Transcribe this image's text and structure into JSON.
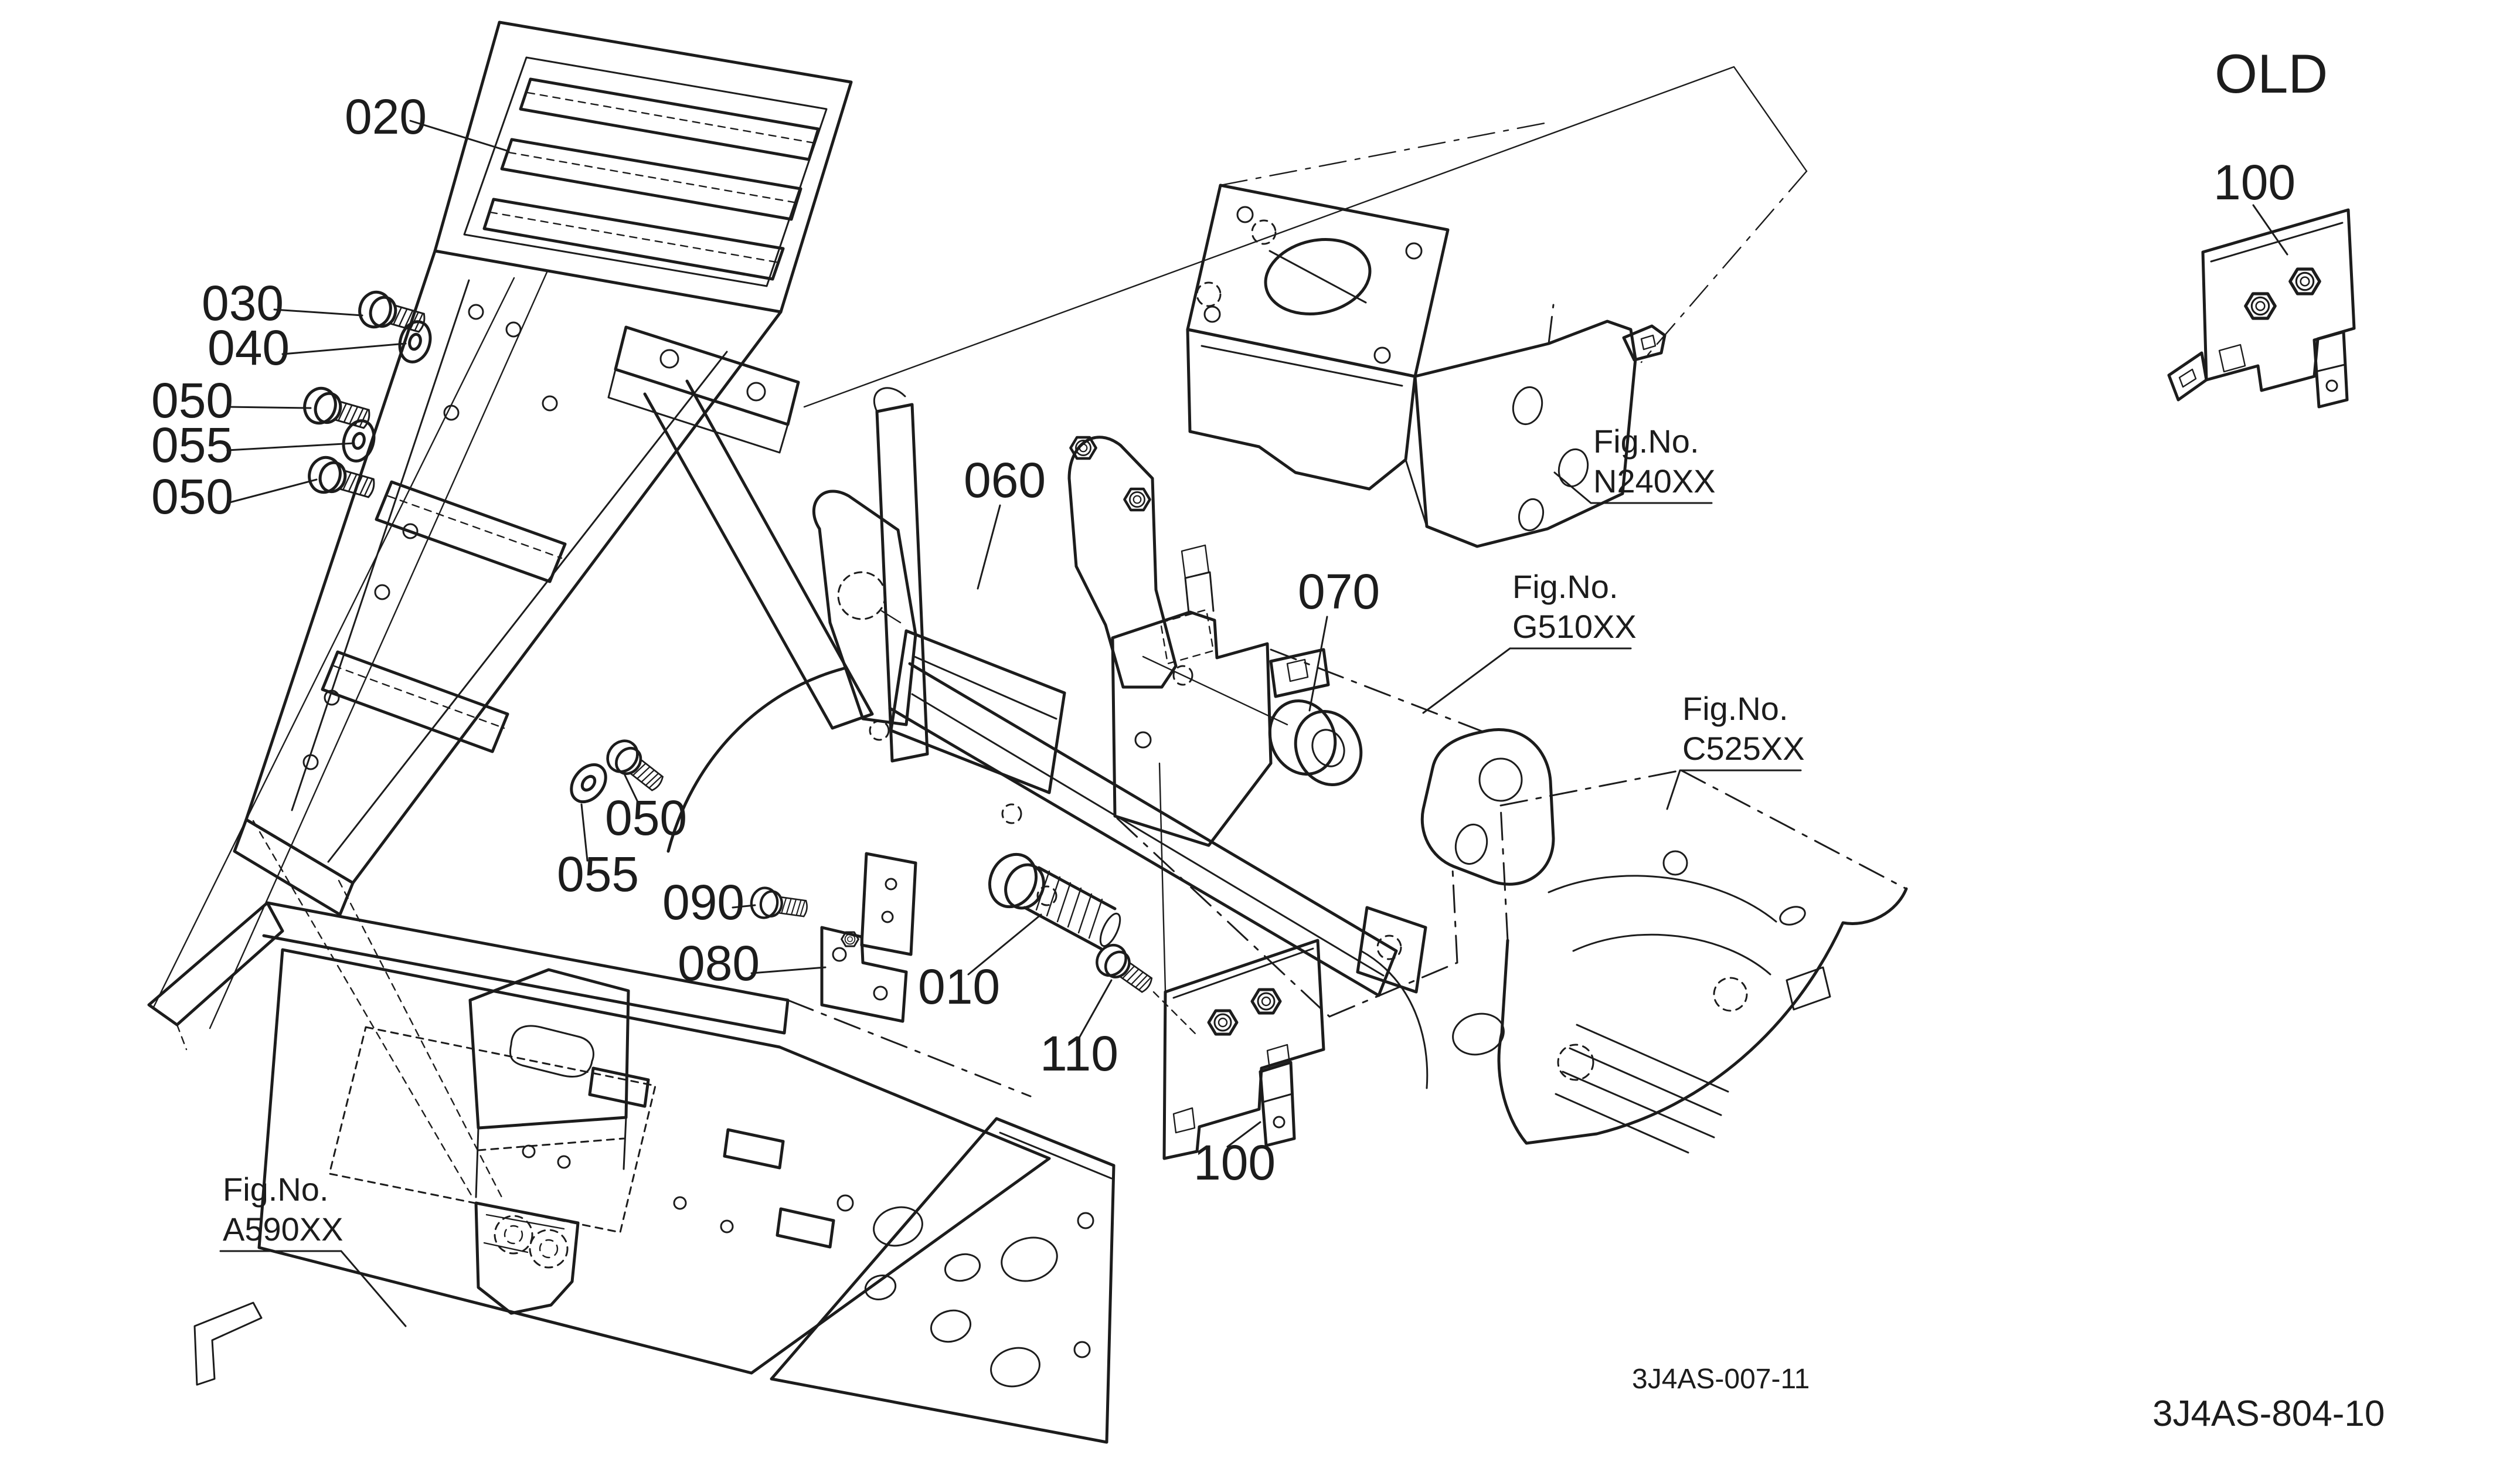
{
  "page": {
    "background": "#ffffff",
    "line_color": "#1c1c1c"
  },
  "labels": {
    "p010": "010",
    "p020": "020",
    "p030": "030",
    "p040": "040",
    "p050_left_upper": "050",
    "p055_left": "055",
    "p050_left_lower": "050",
    "p050_mid": "050",
    "p055_mid": "055",
    "p060": "060",
    "p070": "070",
    "p080": "080",
    "p090": "090",
    "p100": "100",
    "p110": "110",
    "p100_old": "100",
    "old_marker": "OLD"
  },
  "fig_refs": {
    "prefix": "Fig.No.",
    "n240": "N240XX",
    "g510": "G510XX",
    "c525": "C525XX",
    "a590": "A590XX"
  },
  "codes": {
    "drawing_ref": "3J4AS-007-11",
    "sheet_code": "3J4AS-804-10"
  }
}
